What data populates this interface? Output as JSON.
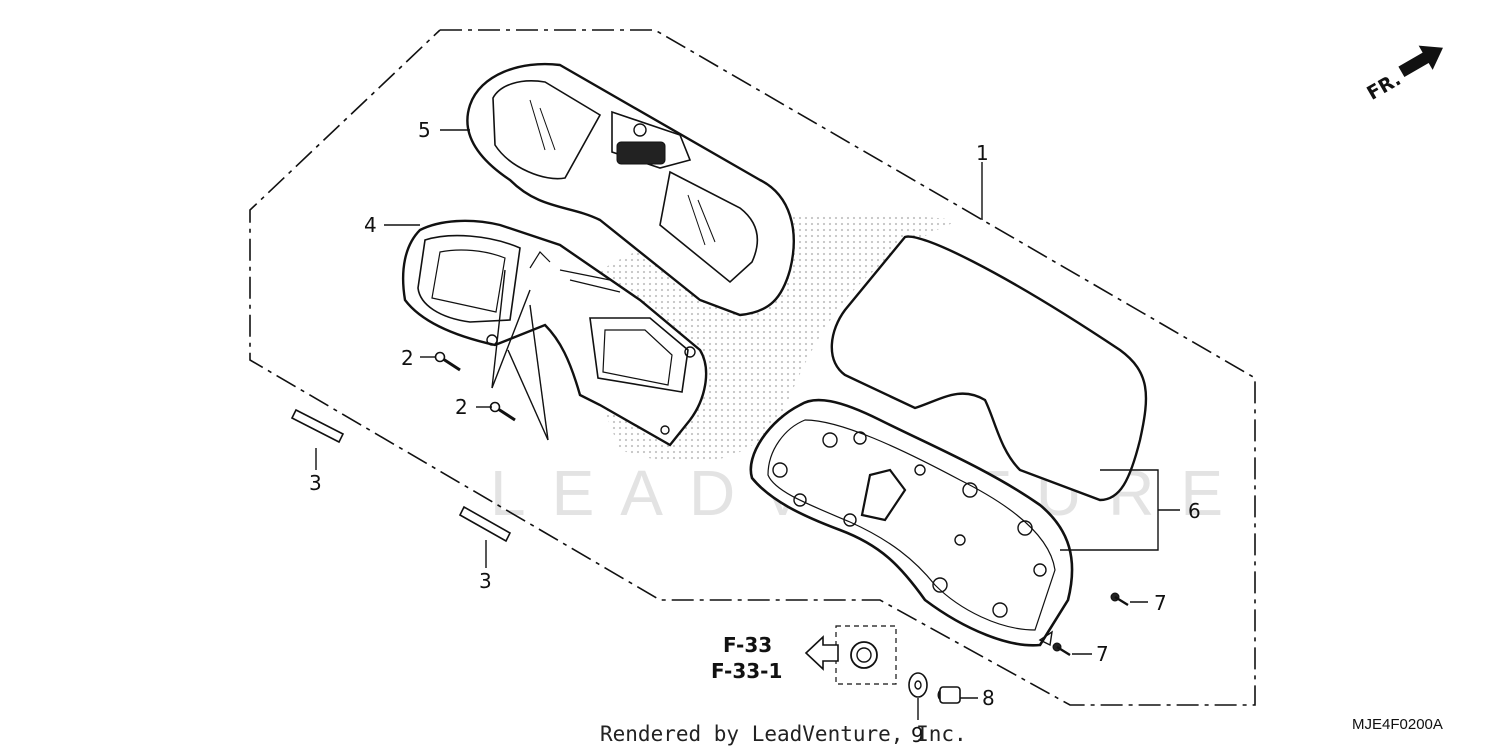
{
  "diagram": {
    "callouts": {
      "c1": "1",
      "c2a": "2",
      "c2b": "2",
      "c3a": "3",
      "c3b": "3",
      "c4": "4",
      "c5": "5",
      "c6": "6",
      "c7a": "7",
      "c7b": "7",
      "c8": "8",
      "c9": "9"
    },
    "reference": {
      "line1": "F-33",
      "line2": "F-33-1"
    },
    "direction_label": "FR.",
    "credit": "Rendered by LeadVenture, Inc.",
    "diagram_code": "MJE4F0200A",
    "watermark": "LEADVENTURE",
    "icons": [
      "front-direction-arrow-icon",
      "reference-arrow-icon"
    ]
  }
}
